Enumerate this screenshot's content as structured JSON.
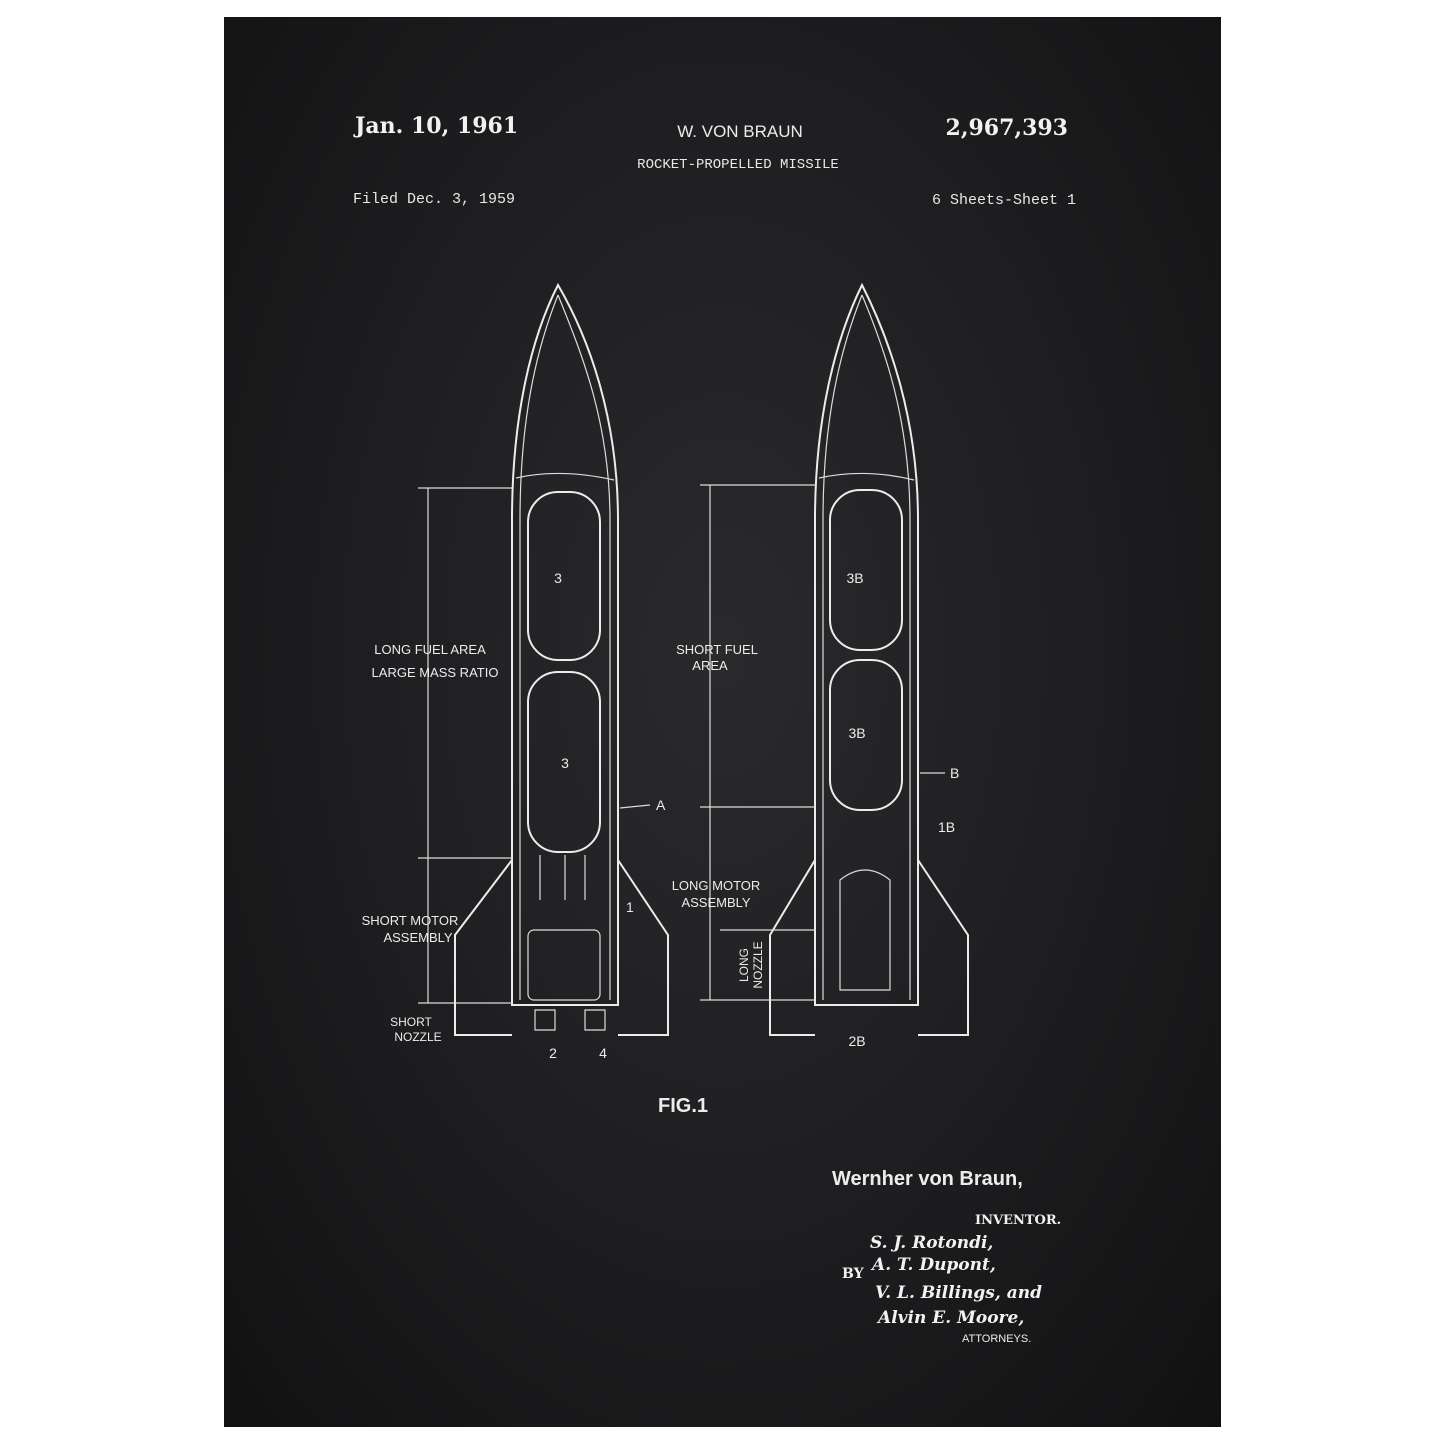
{
  "header": {
    "date": "Jan. 10, 1961",
    "inventor_short": "W. VON BRAUN",
    "patent_number": "2,967,393",
    "title": "ROCKET-PROPELLED MISSILE",
    "filed": "Filed Dec. 3, 1959",
    "sheets": "6 Sheets-Sheet 1"
  },
  "figure": {
    "caption": "FIG.1",
    "left_rocket": {
      "tank_upper": "3",
      "tank_lower": "3",
      "fuel_label_1": "LONG FUEL AREA",
      "fuel_label_2": "LARGE MASS RATIO",
      "motor_label_1": "SHORT MOTOR",
      "motor_label_2": "ASSEMBLY",
      "nozzle_label_1": "SHORT",
      "nozzle_label_2": "NOZZLE",
      "ref_a": "A",
      "ref_1": "1",
      "ref_2": "2",
      "ref_4": "4"
    },
    "right_rocket": {
      "tank_upper": "3B",
      "tank_lower": "3B",
      "fuel_label_1": "SHORT FUEL",
      "fuel_label_2": "AREA",
      "motor_label_1": "LONG MOTOR",
      "motor_label_2": "ASSEMBLY",
      "nozzle_label_1": "LONG",
      "nozzle_label_2": "NOZZLE",
      "ref_b": "B",
      "ref_1b": "1B",
      "ref_2b": "2B"
    }
  },
  "signature": {
    "inventor_name": "Wernher von Braun,",
    "inventor_role": "INVENTOR.",
    "by": "BY",
    "attorneys": [
      "S. J. Rotondi,",
      "A. T. Dupont,",
      "V. L. Billings, and",
      "Alvin E. Moore,"
    ],
    "attorneys_role": "ATTORNEYS."
  },
  "colors": {
    "background": "#1c1c1e",
    "ink": "#ececec"
  }
}
